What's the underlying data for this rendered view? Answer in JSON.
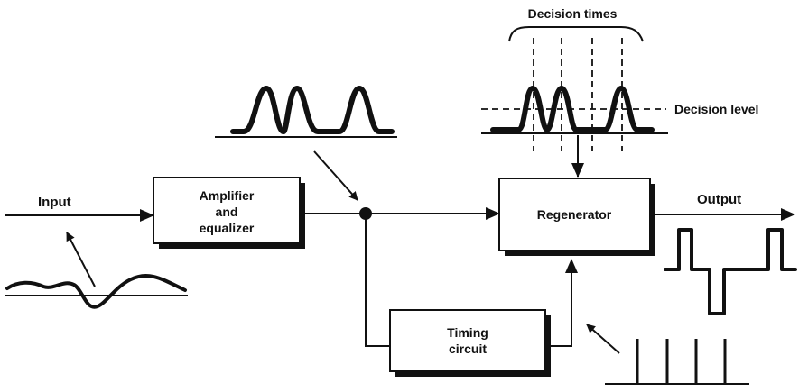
{
  "labels": {
    "input": "Input",
    "output": "Output",
    "decision_times": "Decision times",
    "decision_level": "Decision level"
  },
  "blocks": {
    "amplifier": [
      "Amplifier",
      "and",
      "equalizer"
    ],
    "regenerator": [
      "Regenerator"
    ],
    "timing": [
      "Timing",
      "circuit"
    ]
  }
}
